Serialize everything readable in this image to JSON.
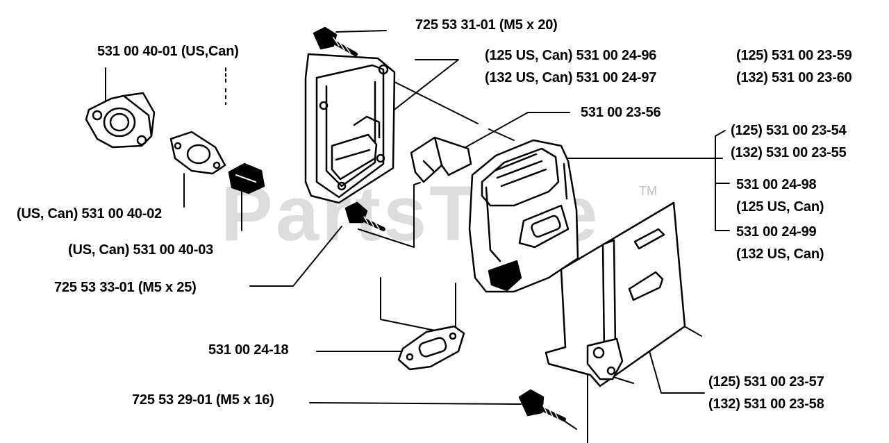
{
  "watermark": {
    "text": "PartsTree",
    "trademark": "TM"
  },
  "labels": {
    "screw_m5x20": "725 53 31-01 (M5 x 20)",
    "intake_gasket_uscan": "531 00 40-01 (US,Can)",
    "muffler_body_125": "(125 US, Can) 531 00 24-96",
    "muffler_body_132": "(132 US, Can) 531 00 24-97",
    "muffler_125": "(125) 531 00 23-59",
    "muffler_132": "(132) 531 00 23-60",
    "heat_shield": "531 00 23-56",
    "cylinder_125": "(125) 531 00 23-54",
    "cylinder_132": "(132) 531 00 23-55",
    "cylinder_125us_num": "531 00 24-98",
    "cylinder_125us_note": "(125 US, Can)",
    "cylinder_132us_num": "531 00 24-99",
    "cylinder_132us_note": "(132 US, Can)",
    "gasket_uscan": "(US, Can) 531 00 40-02",
    "nut_uscan": "(US, Can) 531 00 40-03",
    "screw_m5x25": "725 53 33-01 (M5 x 25)",
    "cyl_gasket": "531 00 24-18",
    "screw_m5x16": "725 53 29-01 (M5 x 16)",
    "plate_125": "(125) 531 00 23-57",
    "plate_132": "(132) 531 00 23-58"
  }
}
